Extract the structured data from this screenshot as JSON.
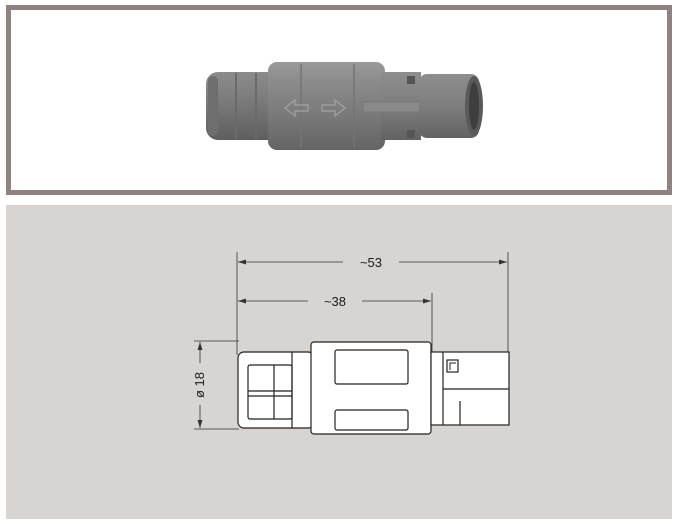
{
  "dimensions": {
    "overall_length": "~53",
    "partial_length": "~38",
    "diameter": "ø 18"
  }
}
